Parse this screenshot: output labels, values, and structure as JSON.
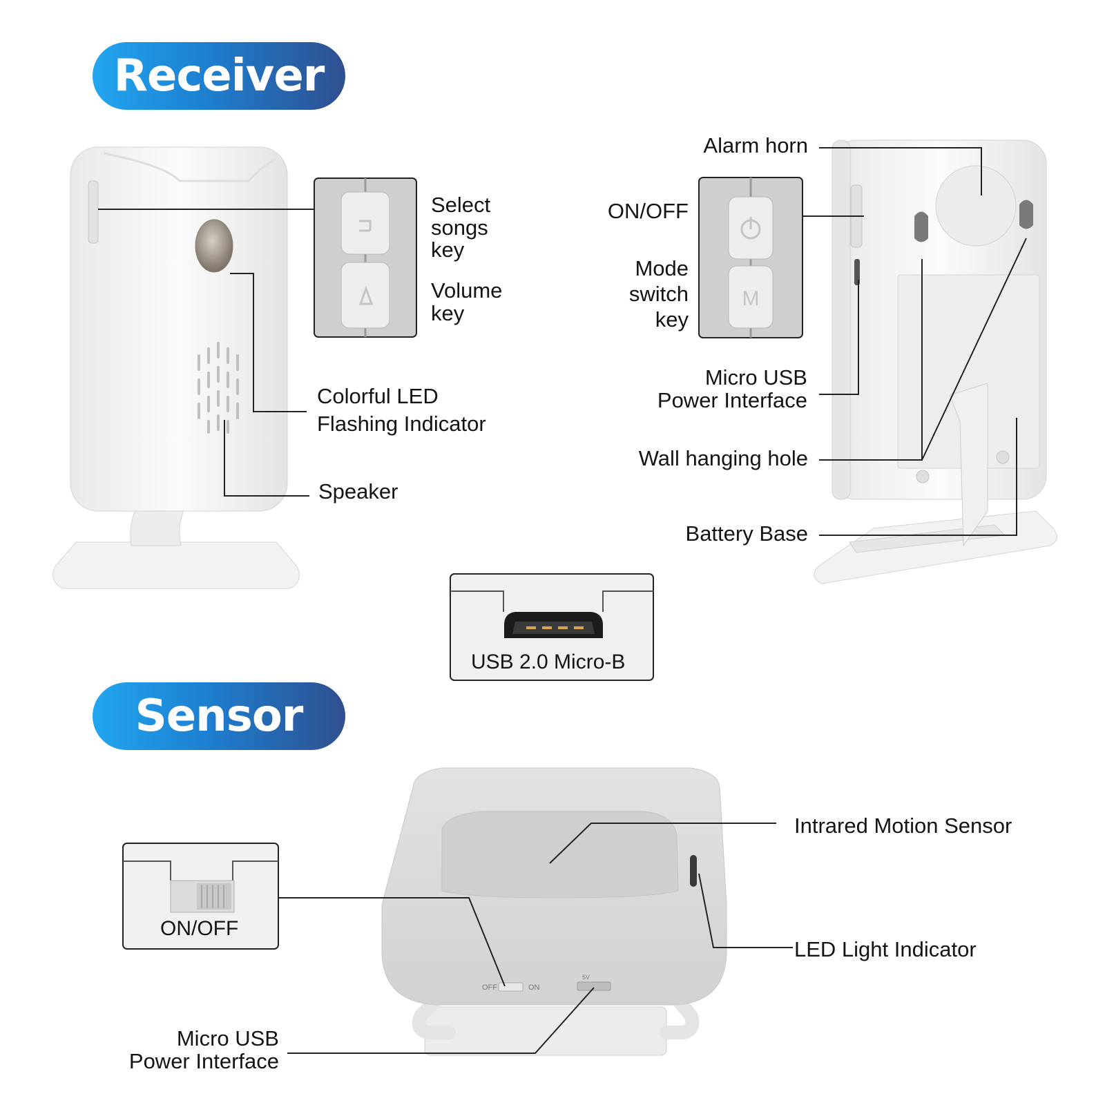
{
  "sections": {
    "receiver_title": "Receiver",
    "sensor_title": "Sensor"
  },
  "receiver_front": {
    "select_songs_key": [
      "Select",
      "songs",
      "key"
    ],
    "volume_key": [
      "Volume",
      "key"
    ],
    "led_indicator": [
      "Colorful LED",
      "Flashing Indicator"
    ],
    "speaker": "Speaker"
  },
  "receiver_back": {
    "alarm_horn": "Alarm horn",
    "on_off": "ON/OFF",
    "mode_switch_key": [
      "Mode",
      "switch",
      "key"
    ],
    "micro_usb": [
      "Micro USB",
      "Power Interface"
    ],
    "wall_hanging_hole": "Wall hanging hole",
    "battery_base": "Battery Base",
    "mode_button_letter": "M"
  },
  "usb_inset": {
    "label": "USB 2.0 Micro-B"
  },
  "sensor": {
    "on_off": "ON/OFF",
    "infrared": "Intrared Motion Sensor",
    "led_light": "LED Light Indicator",
    "micro_usb": [
      "Micro USB",
      "Power Interface"
    ],
    "switch_text_off": "OFF",
    "switch_text_on": "ON",
    "port_text": "5V"
  },
  "colors": {
    "pill_start": "#22a6f0",
    "pill_end": "#2f4f8f",
    "device_body": "#f4f4f4",
    "sensor_body": "#dcdcdc",
    "line": "#222222"
  }
}
